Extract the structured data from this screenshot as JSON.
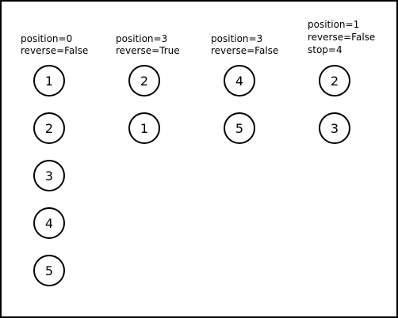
{
  "columns": [
    {
      "id": "col-1",
      "lines": [
        "position=0",
        "reverse=False"
      ],
      "items": [
        "1",
        "2",
        "3",
        "4",
        "5"
      ]
    },
    {
      "id": "col-2",
      "lines": [
        "position=3",
        "reverse=True"
      ],
      "items": [
        "2",
        "1"
      ]
    },
    {
      "id": "col-3",
      "lines": [
        "position=3",
        "reverse=False"
      ],
      "items": [
        "4",
        "5"
      ]
    },
    {
      "id": "col-4",
      "lines": [
        "position=1",
        "reverse=False",
        "stop=4"
      ],
      "items": [
        "2",
        "3"
      ]
    }
  ],
  "colors": {
    "stroke": "#000000",
    "background": "#ffffff"
  }
}
